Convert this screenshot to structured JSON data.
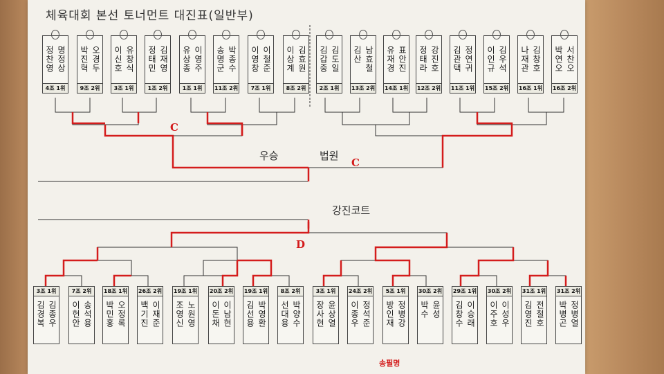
{
  "title": "체육대회 본선 토너먼트 대진표(일반부)",
  "labels": {
    "final_left": "우승",
    "final_right": "법원",
    "bottom_title": "강진코트",
    "mark_c1": "C",
    "mark_c2": "C",
    "mark_d": "D",
    "bottom_note": "송필명"
  },
  "top_cards": [
    {
      "names": [
        "정찬영",
        "명정상"
      ],
      "seed": "4조 1위"
    },
    {
      "names": [
        "박진혁",
        "오경두"
      ],
      "seed": "9조 2위"
    },
    {
      "names": [
        "이신호",
        "유창식"
      ],
      "seed": "3조 1위"
    },
    {
      "names": [
        "정태민",
        "김재영"
      ],
      "seed": "1조 2위"
    },
    {
      "names": [
        "유상종",
        "이영주"
      ],
      "seed": "1조 1위"
    },
    {
      "names": [
        "송명군",
        "박종수"
      ],
      "seed": "11조 2위"
    },
    {
      "names": [
        "이영창",
        "이철준"
      ],
      "seed": "7조 1위"
    },
    {
      "names": [
        "이상계",
        "김효원"
      ],
      "seed": "8조 2위"
    },
    {
      "names": [
        "김갑중",
        "김도일"
      ],
      "seed": "2조 1위"
    },
    {
      "names": [
        "김산",
        "남효철"
      ],
      "seed": "13조 2위"
    },
    {
      "names": [
        "유재경",
        "표안진"
      ],
      "seed": "14조 1위"
    },
    {
      "names": [
        "정태라",
        "강진호"
      ],
      "seed": "12조 2위"
    },
    {
      "names": [
        "김관택",
        "정연귀"
      ],
      "seed": "11조 1위"
    },
    {
      "names": [
        "이인규",
        "김우석"
      ],
      "seed": "15조 2위"
    },
    {
      "names": [
        "나재관",
        "김창호"
      ],
      "seed": "16조 1위"
    },
    {
      "names": [
        "박연오",
        "서찬오"
      ],
      "seed": "16조 2위"
    }
  ],
  "bottom_cards": [
    {
      "names": [
        "김경복",
        "김종우"
      ],
      "seed": "3조 1위"
    },
    {
      "names": [
        "이헌안",
        "송석용"
      ],
      "seed": "7조 2위"
    },
    {
      "names": [
        "박민홍",
        "오정록"
      ],
      "seed": "18조 1위"
    },
    {
      "names": [
        "백기진",
        "이재준"
      ],
      "seed": "26조 2위"
    },
    {
      "names": [
        "조영신",
        "노원영"
      ],
      "seed": "19조 1위"
    },
    {
      "names": [
        "이돈채",
        "이남현"
      ],
      "seed": "20조 2위"
    },
    {
      "names": [
        "김선용",
        "박영환"
      ],
      "seed": "19조 1위"
    },
    {
      "names": [
        "선대용",
        "박양수"
      ],
      "seed": "8조 2위"
    },
    {
      "names": [
        "장사현",
        "윤상열"
      ],
      "seed": "3조 1위"
    },
    {
      "names": [
        "이종우",
        "정석준"
      ],
      "seed": "24조 2위"
    },
    {
      "names": [
        "방인재",
        "정병강"
      ],
      "seed": "5조 1위"
    },
    {
      "names": [
        "박수",
        "윤성"
      ],
      "seed": "30조 2위"
    },
    {
      "names": [
        "김창수",
        "이승래"
      ],
      "seed": "29조 1위"
    },
    {
      "names": [
        "이주호",
        "이성우"
      ],
      "seed": "30조 2위"
    },
    {
      "names": [
        "김영진",
        "전철호"
      ],
      "seed": "31조 1위"
    },
    {
      "names": [
        "박병곤",
        "정병열"
      ],
      "seed": "31조 2위"
    }
  ]
}
